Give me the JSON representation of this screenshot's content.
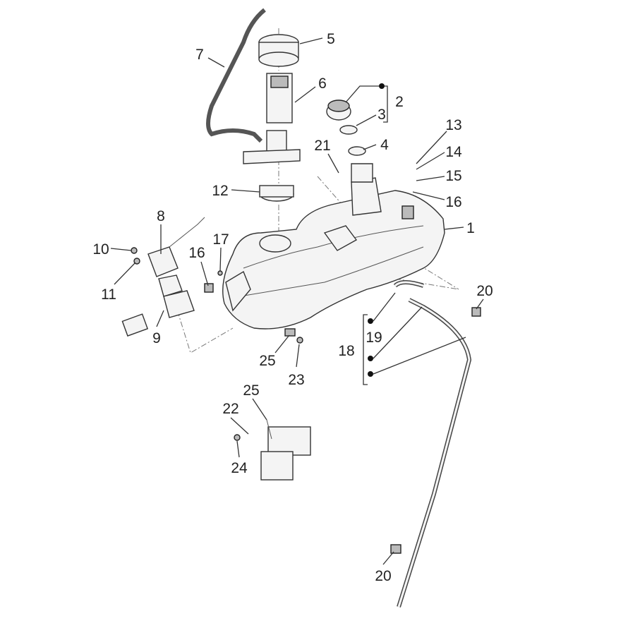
{
  "title": "Fuel tank exploded parts diagram",
  "callouts": {
    "c1": "1",
    "c2": "2",
    "c3": "3",
    "c4": "4",
    "c5": "5",
    "c6": "6",
    "c7": "7",
    "c8": "8",
    "c9": "9",
    "c10": "10",
    "c11": "11",
    "c12": "12",
    "c13": "13",
    "c14": "14",
    "c15": "15",
    "c16a": "16",
    "c16b": "16",
    "c17": "17",
    "c18": "18",
    "c19": "19",
    "c20a": "20",
    "c20b": "20",
    "c21": "21",
    "c22": "22",
    "c23": "23",
    "c24": "24",
    "c25a": "25",
    "c25b": "25"
  }
}
